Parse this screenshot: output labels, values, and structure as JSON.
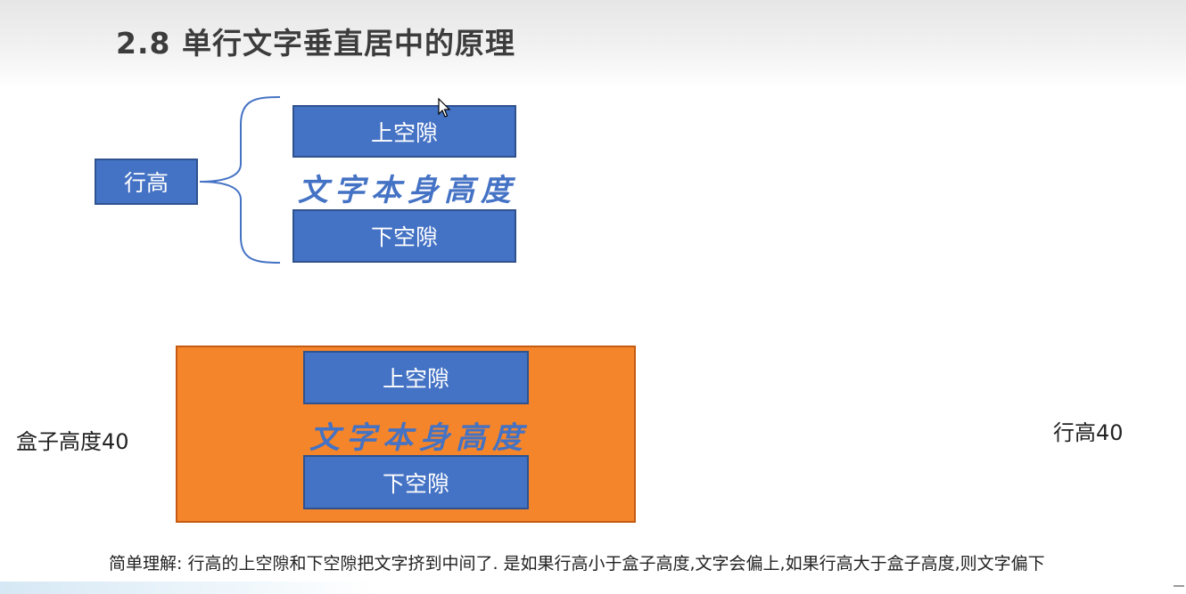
{
  "slide": {
    "title": "2.8 单行文字垂直居中的原理",
    "diagram1": {
      "line_height_label": "行高",
      "top_gap_label": "上空隙",
      "text_height_label": "文字本身高度",
      "bottom_gap_label": "下空隙"
    },
    "diagram2": {
      "box_height_label": "盒子高度40",
      "line_height_label": "行高40",
      "top_gap_label": "上空隙",
      "text_height_label": "文字本身高度",
      "bottom_gap_label": "下空隙"
    },
    "summary": "简单理解: 行高的上空隙和下空隙把文字挤到中间了. 是如果行高小于盒子高度,文字会偏上,如果行高大于盒子高度,则文字偏下"
  },
  "colors": {
    "box_blue": "#4472c4",
    "box_orange": "#f5852a"
  },
  "icons": {
    "brace": "curly-brace-icon",
    "cursor": "mouse-cursor-icon"
  }
}
